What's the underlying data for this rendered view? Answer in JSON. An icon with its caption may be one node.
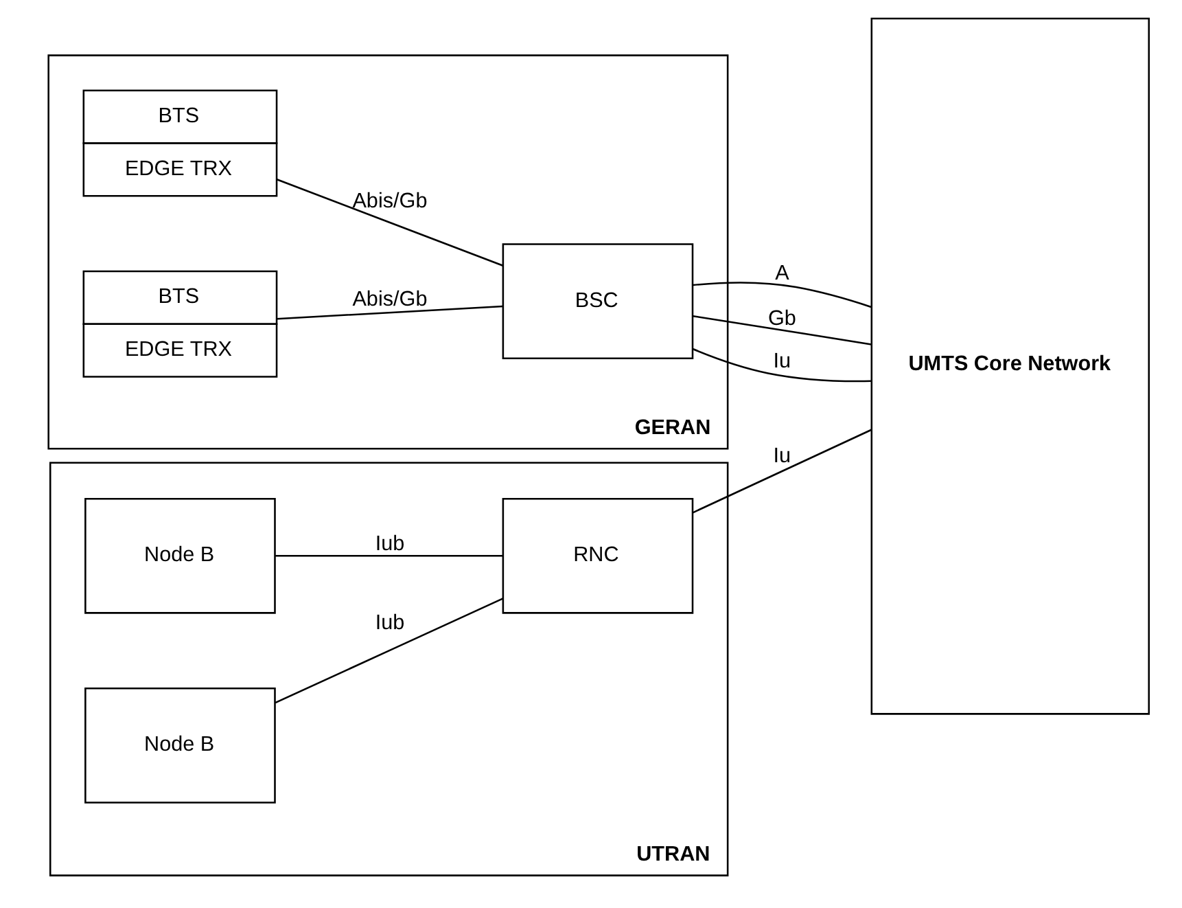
{
  "diagram": {
    "nodes": [
      {
        "text": [
          "GERAN"
        ]
      },
      {
        "text": [
          "BTS",
          "EDGE TRX"
        ],
        "in": 0
      },
      {
        "text": [
          "BTS",
          "EDGE TRX"
        ],
        "in": 0
      },
      {
        "text": [
          "BSC"
        ],
        "in": 0
      },
      {
        "text": [
          "UTRAN"
        ]
      },
      {
        "text": [
          "Node B"
        ],
        "in": 4
      },
      {
        "text": [
          "Node B"
        ],
        "in": 4
      },
      {
        "text": [
          "RNC"
        ],
        "in": 4
      },
      {
        "text": [
          "UMTS Core Network"
        ]
      }
    ],
    "edges": [
      {
        "from": 1,
        "to": 3,
        "arrow": "none",
        "label": "Abis/Gb"
      },
      {
        "from": 2,
        "to": 3,
        "arrow": "none",
        "label": "Abis/Gb"
      },
      {
        "from": 3,
        "to": 8,
        "arrow": "none",
        "label": "A"
      },
      {
        "from": 3,
        "to": 8,
        "arrow": "none",
        "label": "Gb"
      },
      {
        "from": 3,
        "to": 8,
        "arrow": "none",
        "label": "Iu"
      },
      {
        "from": 5,
        "to": 7,
        "arrow": "none",
        "label": "Iub"
      },
      {
        "from": 6,
        "to": 7,
        "arrow": "none",
        "label": "Iub"
      },
      {
        "from": 7,
        "to": 8,
        "arrow": "none",
        "label": "Iu"
      }
    ]
  }
}
